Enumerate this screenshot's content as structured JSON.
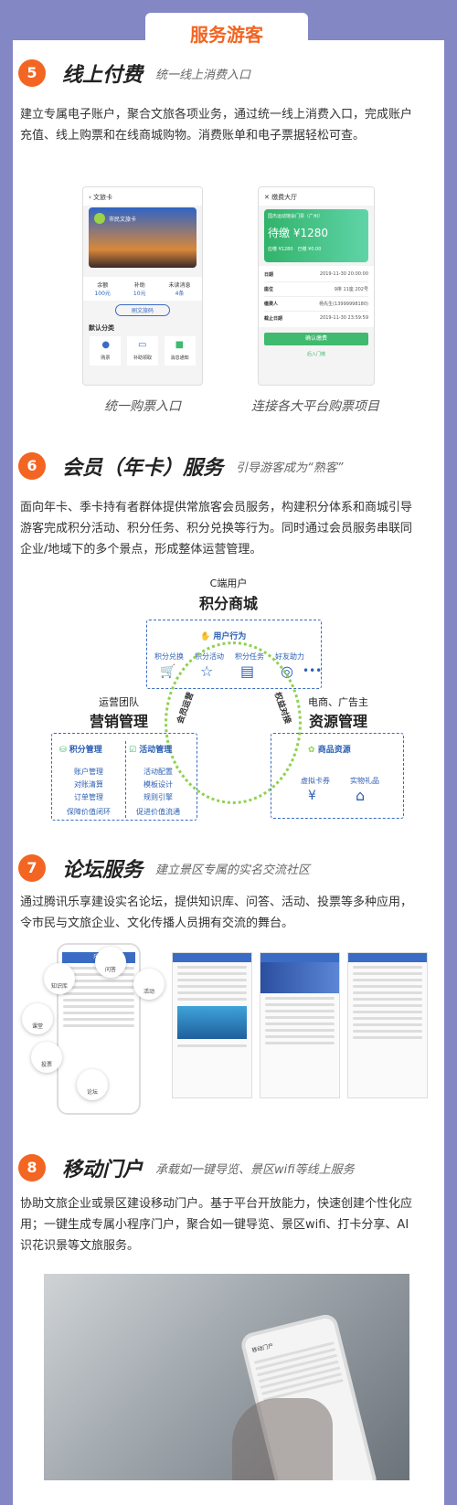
{
  "top_tab": "服务游客",
  "s5": {
    "num": "5",
    "title": "线上付费",
    "subtitle": "统一线上消费入口",
    "text": "建立专属电子账户，聚合文旅各项业务，通过统一线上消费入口，完成账户充值、线上购票和在线商城购物。消费账单和电子票据轻松可查。",
    "phone1": {
      "header": "文旅卡",
      "card_name": "市民文旅卡",
      "stats": [
        {
          "label": "余额",
          "value": "100元"
        },
        {
          "label": "补助",
          "value": "10元"
        },
        {
          "label": "未读消息",
          "value": "4条"
        }
      ],
      "btn": "刷文旅码",
      "category": "默认分类",
      "icons": [
        "购票",
        "补助领取",
        "消息通知"
      ]
    },
    "phone2": {
      "header": "缴费大厅",
      "venue": "国杰运动馆会门票（广州）",
      "due_label": "待缴",
      "amount": "¥1280",
      "total": "应缴 ¥1280",
      "paid": "已缴 ¥0.00",
      "rows": [
        {
          "k": "日期",
          "v": "2019-11-30 20:00:00"
        },
        {
          "k": "座位",
          "v": "9排 11座 202号"
        },
        {
          "k": "缴费人",
          "v": "杨先生(13999998180)"
        },
        {
          "k": "截止日期",
          "v": "2019-11-30 23:59:59"
        }
      ],
      "pay_btn": "确认缴费",
      "back": "后入门缴"
    },
    "caption1": "统一购票入口",
    "caption2": "连接各大平台购票项目"
  },
  "s6": {
    "num": "6",
    "title": "会员（年卡）服务",
    "subtitle": "引导游客成为“熟客”",
    "text": "面向年卡、季卡持有者群体提供常旅客会员服务，构建积分体系和商城引导游客完成积分活动、积分任务、积分兑换等行为。同时通过会员服务串联同企业/地域下的多个景点，形成整体运营管理。",
    "c_user": "C端用户",
    "mall": "积分商城",
    "user_behavior": "用户行为",
    "behaviors": [
      "积分兑换",
      "积分活动",
      "积分任务",
      "好友助力"
    ],
    "ops_team": "运营团队",
    "marketing": "营销管理",
    "points_mgmt": "积分管理",
    "points_items": [
      "账户管理",
      "对账清算",
      "订单管理",
      "保障价值闭环"
    ],
    "activity_mgmt": "活动管理",
    "activity_items": [
      "活动配置",
      "模板设计",
      "规则引擎",
      "促进价值流通"
    ],
    "merchant": "电商、广告主",
    "resource": "资源管理",
    "goods": "商品资源",
    "goods_items": [
      "虚拟卡券",
      "实物礼品"
    ],
    "arc_left": "会员运营",
    "arc_right": "权益对接"
  },
  "s7": {
    "num": "7",
    "title": "论坛服务",
    "subtitle": "建立景区专属的实名交流社区",
    "text": "通过腾讯乐享建设实名论坛，提供知识库、问答、活动、投票等多种应用，令市民与文旅企业、文化传播人员拥有交流的舞台。",
    "bubbles": [
      "知识库",
      "问答",
      "活动",
      "课堂",
      "投票",
      "论坛"
    ],
    "app_title": "乐享"
  },
  "s8": {
    "num": "8",
    "title": "移动门户",
    "subtitle": "承载如一键导览、景区wifi等线上服务",
    "text": "协助文旅企业或景区建设移动门户。基于平台开放能力，快速创建个性化应用；一键生成专属小程序门户，聚合如一键导览、景区wifi、打卡分享、AI识花识景等文旅服务。",
    "portal_title": "移动门户"
  },
  "colors": {
    "accent": "#f26522",
    "background": "#8387c4",
    "blue": "#2b5fb3",
    "green": "#3fba6e"
  }
}
